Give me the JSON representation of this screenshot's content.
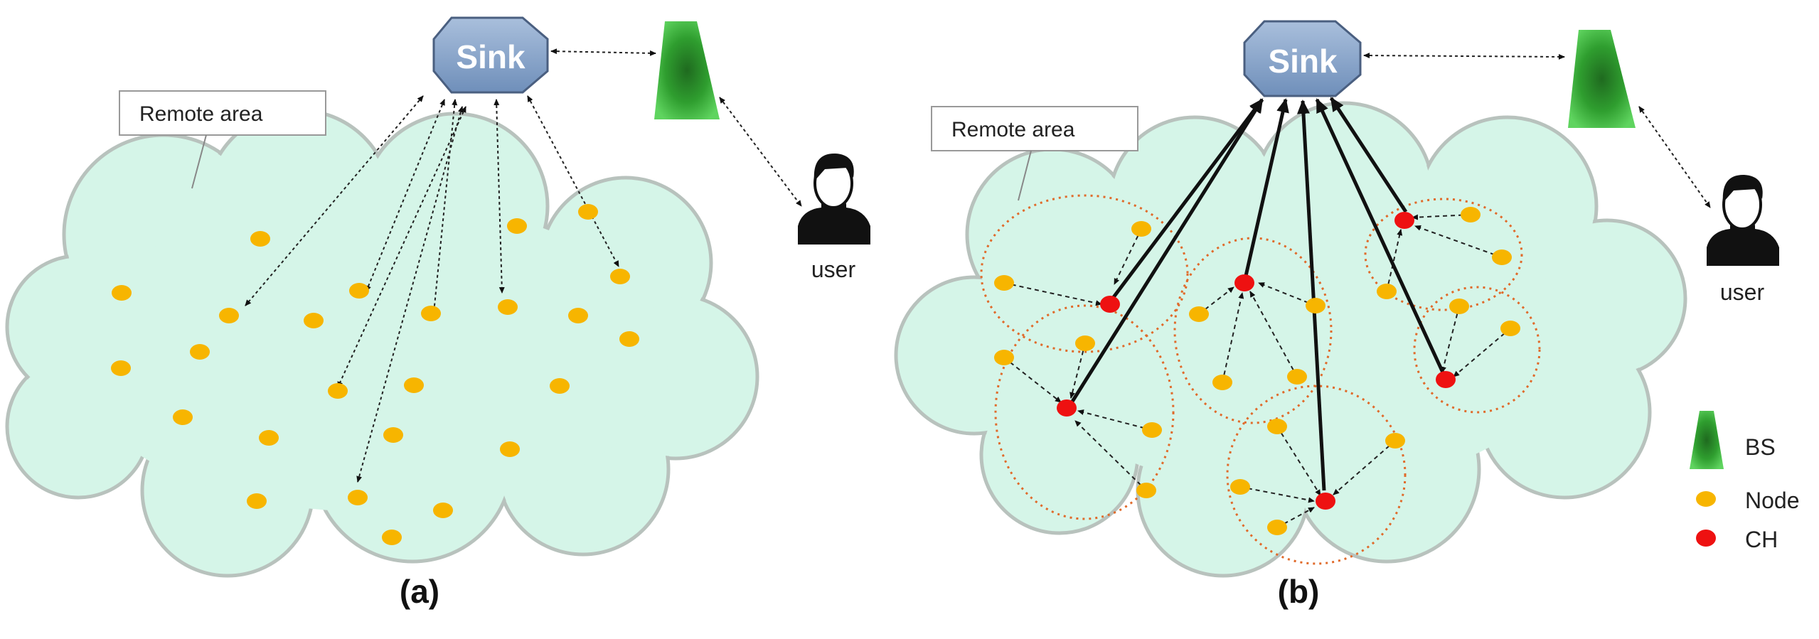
{
  "panels": [
    {
      "id": "a",
      "caption": "(a)",
      "sink_label": "Sink",
      "remote_label": "Remote area",
      "user_label": "user"
    },
    {
      "id": "b",
      "caption": "(b)",
      "sink_label": "Sink",
      "remote_label": "Remote area",
      "user_label": "user"
    }
  ],
  "legend": [
    {
      "key": "bs",
      "label": "BS"
    },
    {
      "key": "node",
      "label": "Node"
    },
    {
      "key": "ch",
      "label": "CH"
    }
  ],
  "colors": {
    "cloud_fill": "#d5f5e8",
    "cloud_stroke": "#b8c2bd",
    "node": "#f7b500",
    "cluster_head": "#ee1111",
    "cluster_ring": "#e06a2a",
    "sink_fill": "#7d9cc4",
    "base_station": "#2fae2f"
  },
  "icons": [
    "sink-octagon-icon",
    "base-station-icon",
    "user-icon",
    "node-dot-icon",
    "cluster-head-dot-icon"
  ]
}
